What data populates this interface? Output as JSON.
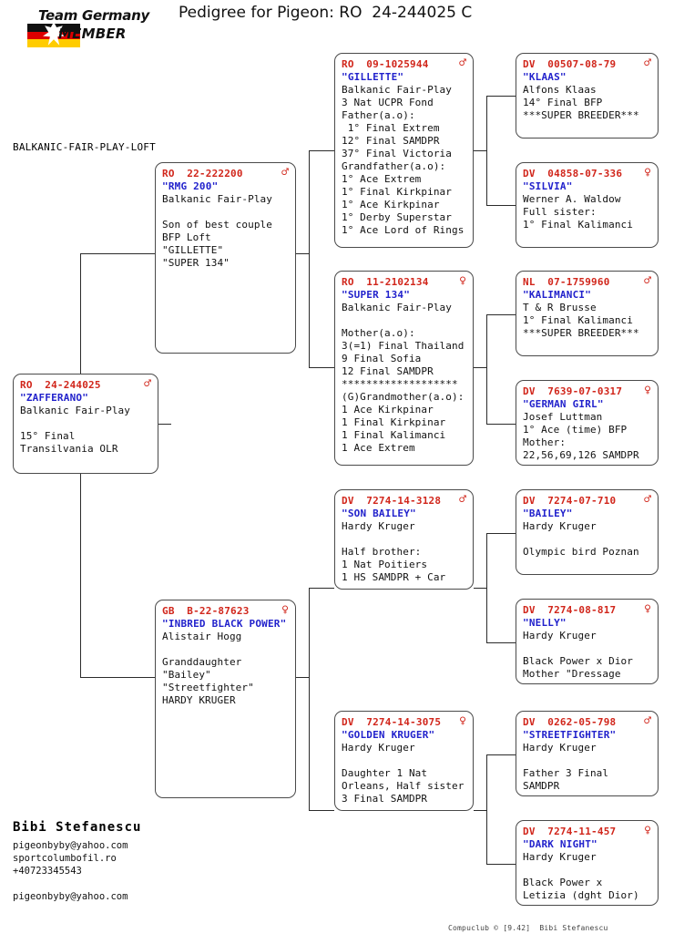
{
  "header": {
    "logo": {
      "team": "Team Germany",
      "member": "MEMBER",
      "alt": "german-flag-eagle"
    },
    "title": "Pedigree for Pigeon: RO  24-244025 C",
    "loft": "BALKANIC-FAIR-PLAY-LOFT"
  },
  "symbols": {
    "male": "♂",
    "female": "♀"
  },
  "subject": {
    "ring": "RO  24-244025",
    "sex": "male",
    "nick": "\"ZAFFERANO\"",
    "lines": [
      "Balkanic Fair-Play",
      "",
      "15° Final",
      "Transilvania OLR"
    ]
  },
  "gen1": [
    {
      "ring": "RO  22-222200",
      "sex": "male",
      "nick": "\"RMG 200\"",
      "lines": [
        "Balkanic Fair-Play",
        "",
        "Son of best couple",
        "BFP Loft",
        "\"GILLETTE\"",
        "\"SUPER 134\""
      ]
    },
    {
      "ring": "GB  B-22-87623",
      "sex": "female",
      "nick": "\"INBRED BLACK POWER\"",
      "lines": [
        "Alistair Hogg",
        "",
        "Granddaughter",
        "\"Bailey\"",
        "\"Streetfighter\"",
        "HARDY KRUGER"
      ]
    }
  ],
  "gen2": [
    {
      "ring": "RO  09-1025944",
      "sex": "male",
      "nick": "\"GILLETTE\"",
      "lines": [
        "Balkanic Fair-Play",
        "3 Nat UCPR Fond",
        "Father(a.o):",
        " 1° Final Extrem",
        "12° Final SAMDPR",
        "37° Final Victoria",
        "Grandfather(a.o):",
        "1° Ace Extrem",
        "1° Final Kirkpinar",
        "1° Ace Kirkpinar",
        "1° Derby Superstar",
        "1° Ace Lord of Rings"
      ]
    },
    {
      "ring": "RO  11-2102134",
      "sex": "female",
      "nick": "\"SUPER 134\"",
      "lines": [
        "Balkanic Fair-Play",
        "",
        "Mother(a.o):",
        "3(=1) Final Thailand",
        "9 Final Sofia",
        "12 Final SAMDPR",
        "*******************",
        "(G)Grandmother(a.o):",
        "1 Ace Kirkpinar",
        "1 Final Kirkpinar",
        "1 Final Kalimanci",
        "1 Ace Extrem"
      ]
    },
    {
      "ring": "DV  7274-14-3128",
      "sex": "male",
      "nick": "\"SON BAILEY\"",
      "lines": [
        "Hardy Kruger",
        "",
        "Half brother:",
        "1 Nat Poitiers",
        "1 HS SAMDPR + Car"
      ]
    },
    {
      "ring": "DV  7274-14-3075",
      "sex": "female",
      "nick": "\"GOLDEN KRUGER\"",
      "lines": [
        "Hardy Kruger",
        "",
        "Daughter 1 Nat",
        "Orleans, Half sister",
        "3 Final SAMDPR"
      ]
    }
  ],
  "gen3": [
    {
      "ring": "DV  00507-08-79",
      "sex": "male",
      "nick": "\"KLAAS\"",
      "lines": [
        "Alfons Klaas",
        "14° Final BFP",
        "***SUPER BREEDER***"
      ]
    },
    {
      "ring": "DV  04858-07-336",
      "sex": "female",
      "nick": "\"SILVIA\"",
      "lines": [
        "Werner A. Waldow",
        "Full sister:",
        "1° Final Kalimanci"
      ]
    },
    {
      "ring": "NL  07-1759960",
      "sex": "male",
      "nick": "\"KALIMANCI\"",
      "lines": [
        "T & R Brusse",
        "1° Final Kalimanci",
        "***SUPER BREEDER***"
      ]
    },
    {
      "ring": "DV  7639-07-0317",
      "sex": "female",
      "nick": "\"GERMAN GIRL\"",
      "lines": [
        "Josef Luttman",
        "1° Ace (time) BFP",
        "Mother:",
        "22,56,69,126 SAMDPR"
      ]
    },
    {
      "ring": "DV  7274-07-710",
      "sex": "male",
      "nick": "\"BAILEY\"",
      "lines": [
        "Hardy Kruger",
        "",
        "Olympic bird Poznan"
      ]
    },
    {
      "ring": "DV  7274-08-817",
      "sex": "female",
      "nick": "\"NELLY\"",
      "lines": [
        "Hardy Kruger",
        "",
        "Black Power x Dior",
        "Mother \"Dressage"
      ]
    },
    {
      "ring": "DV  0262-05-798",
      "sex": "male",
      "nick": "\"STREETFIGHTER\"",
      "lines": [
        "Hardy Kruger",
        "",
        "Father 3 Final",
        "SAMDPR"
      ]
    },
    {
      "ring": "DV  7274-11-457",
      "sex": "female",
      "nick": "\"DARK NIGHT\"",
      "lines": [
        "Hardy Kruger",
        "",
        "Black Power x",
        "Letizia (dght Dior)"
      ]
    }
  ],
  "footer": {
    "owner": "Bibi Stefanescu",
    "email": "pigeonbyby@yahoo.com",
    "website": "sportcolumbofil.ro",
    "phone": "+40723345543",
    "email2": "pigeonbyby@yahoo.com",
    "credit": "Compuclub © [9.42]  Bibi Stefanescu"
  }
}
